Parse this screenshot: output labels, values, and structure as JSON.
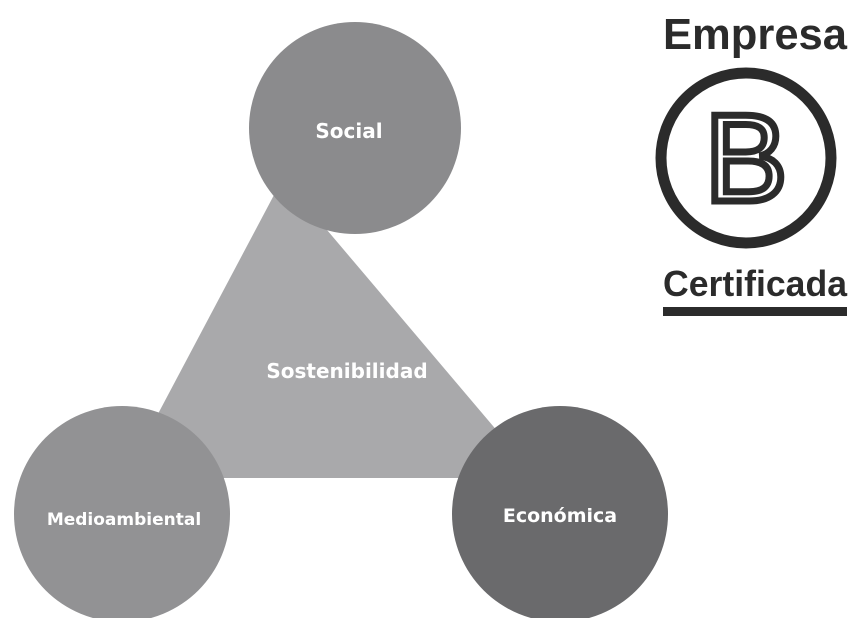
{
  "diagram": {
    "center_label": "Sostenibilidad",
    "nodes": {
      "social": "Social",
      "environmental": "Medioambiental",
      "economic": "Económica"
    },
    "colors": {
      "triangle": "#a9a9ab",
      "social": "#8b8b8d",
      "environmental": "#929294",
      "economic": "#6a6a6c",
      "label": "#ffffff"
    }
  },
  "logo": {
    "top_text": "Empresa",
    "mark": "B",
    "bottom_text": "Certificada",
    "color": "#2b2b2b"
  }
}
